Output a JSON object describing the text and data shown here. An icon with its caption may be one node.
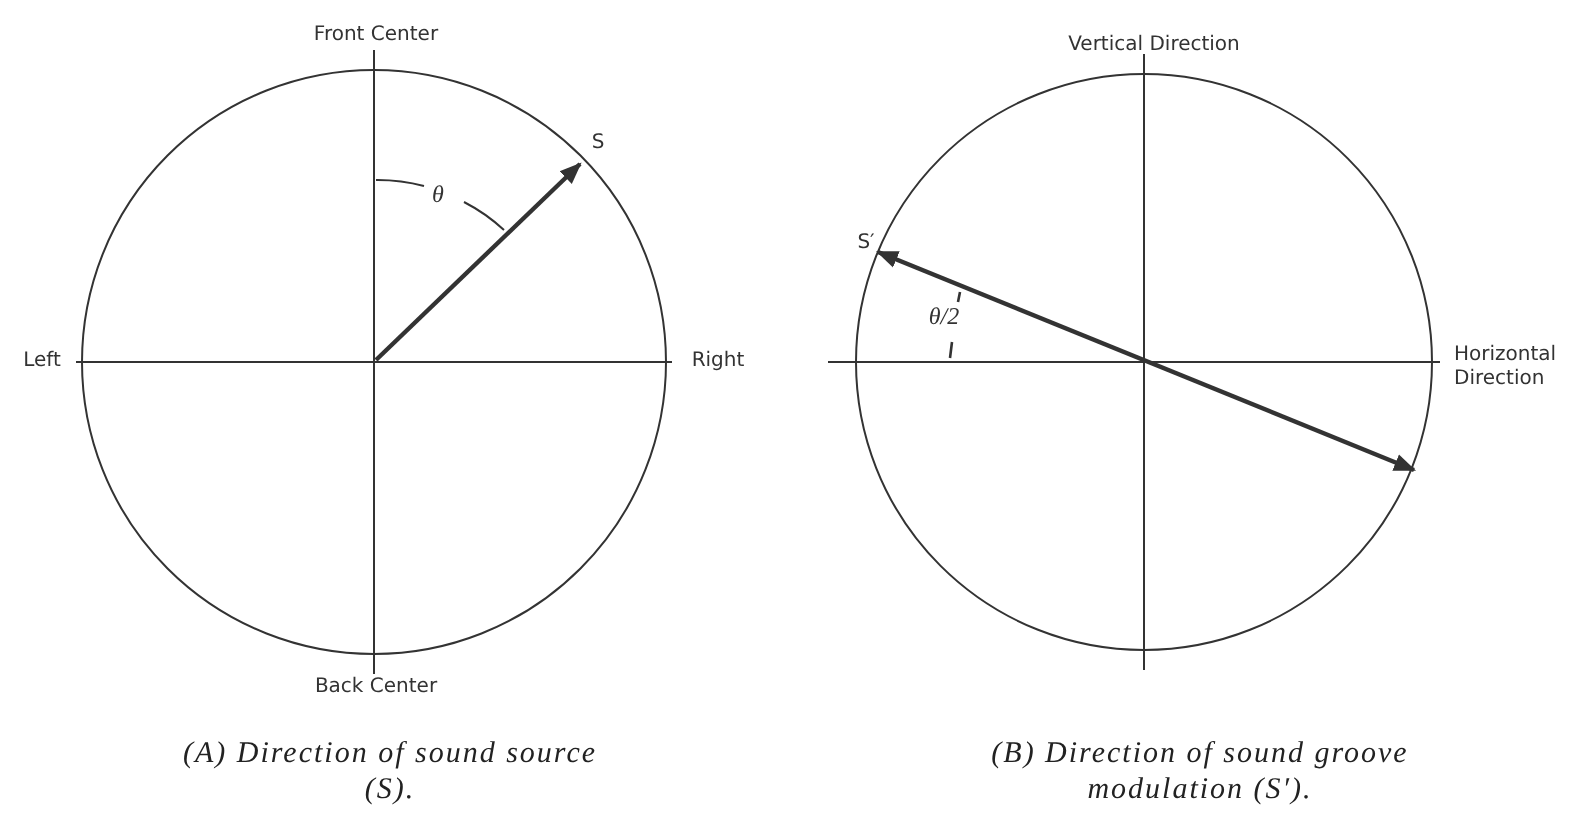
{
  "diagram": {
    "labels": [
      "Front Center",
      "S",
      "θ",
      "Left",
      "Right",
      "Back Center",
      "(A) Direction of sound source (S).",
      "Vertical Direction",
      "S′",
      "θ/2",
      "Horizontal Direction",
      "(B) Direction of sound groove modulation (S′)."
    ]
  }
}
